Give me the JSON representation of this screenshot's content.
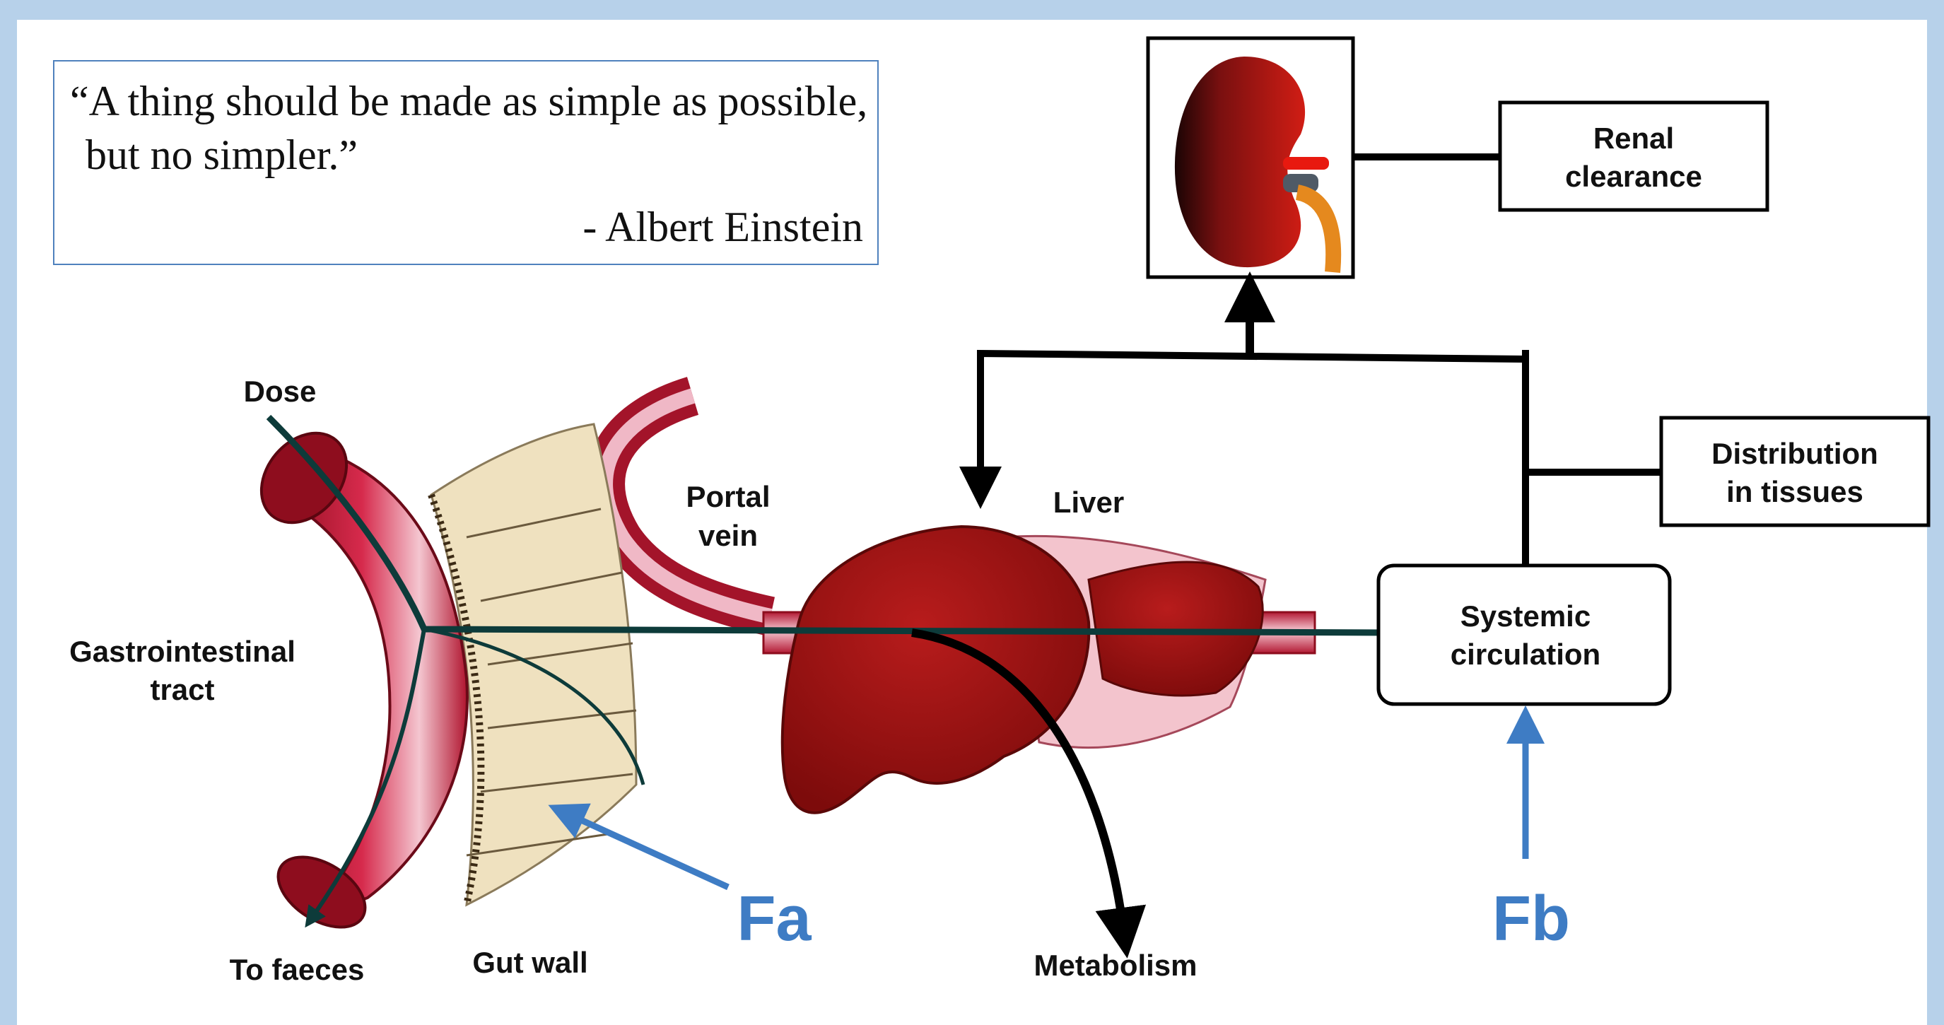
{
  "quote": {
    "text": "“A thing should be made as simple as possible, but no simpler.”",
    "author": "- Albert Einstein"
  },
  "labels": {
    "dose": "Dose",
    "gi_line1": "Gastrointestinal",
    "gi_line2": "tract",
    "to_faeces": "To faeces",
    "gut_wall": "Gut wall",
    "portal_line1": "Portal",
    "portal_line2": "vein",
    "liver": "Liver",
    "metabolism": "Metabolism",
    "systemic_line1": "Systemic",
    "systemic_line2": "circulation",
    "renal_line1": "Renal",
    "renal_line2": "clearance",
    "distribution_line1": "Distribution",
    "distribution_line2": "in tissues",
    "fa": "Fa",
    "fb": "Fb"
  },
  "colors": {
    "background": "#b7d1ea",
    "accent_blue": "#3e7cc4",
    "organ_red": "#a3121c",
    "tissue_tan": "#efe1bf",
    "pathway": "#0d3b3a"
  }
}
